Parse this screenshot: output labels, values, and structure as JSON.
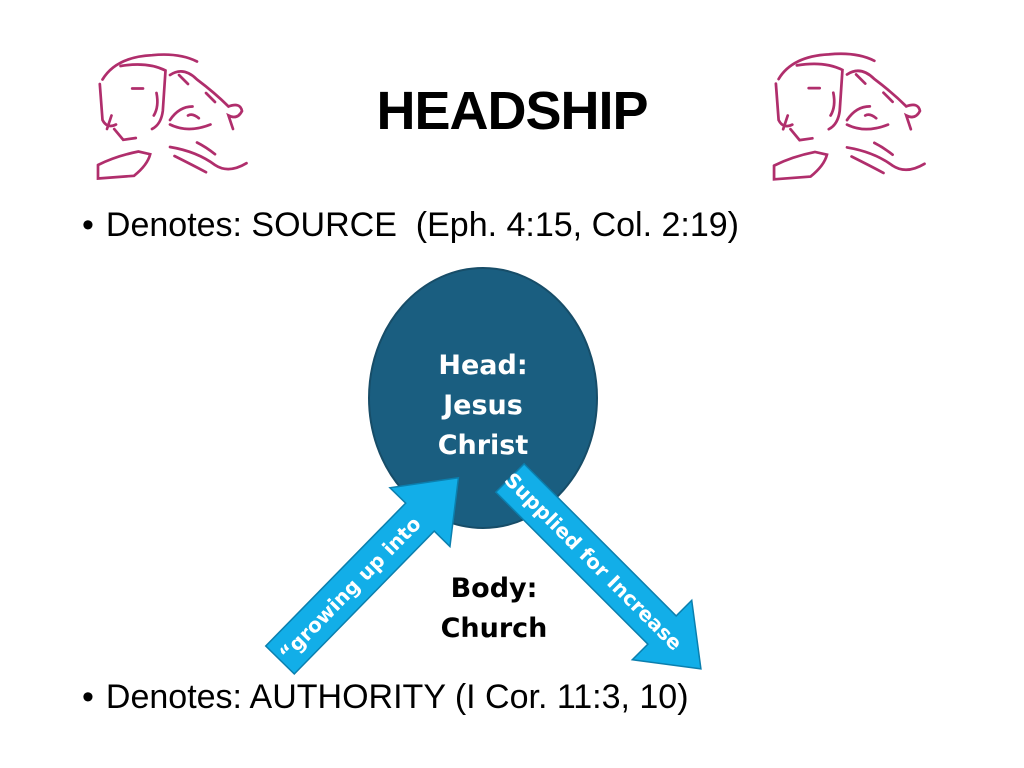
{
  "title": "HEADSHIP",
  "bullets": [
    {
      "symbol": "•",
      "text": "Denotes: SOURCE  (Eph. 4:15, Col. 2:19)"
    },
    {
      "symbol": "•",
      "text": "Denotes: AUTHORITY (I Cor. 11:3, 10)"
    }
  ],
  "diagram": {
    "head": {
      "lines": [
        "Head:",
        "Jesus",
        "Christ"
      ]
    },
    "body": {
      "lines": [
        "Body:",
        "Church"
      ]
    },
    "arrow_up_label": "“growing up into",
    "arrow_down_label": "Supplied for Increase"
  },
  "colors": {
    "circle": "#1a5e80",
    "arrow": "#12aee8",
    "clipart": "#b02e6c"
  }
}
